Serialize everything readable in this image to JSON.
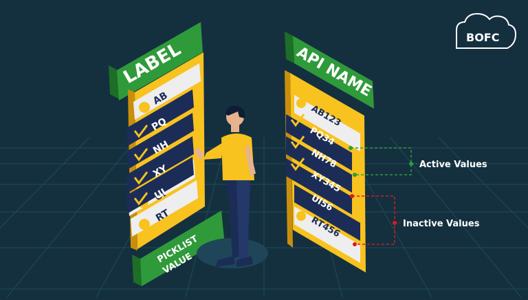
{
  "logo": {
    "text": "BOFC"
  },
  "left_panel": {
    "header": "LABEL",
    "footer_line1": "PICKLIST",
    "footer_line2": "VALUE",
    "items": [
      {
        "label": "AB",
        "checked": false
      },
      {
        "label": "PQ",
        "checked": true
      },
      {
        "label": "NH",
        "checked": true
      },
      {
        "label": "XY",
        "checked": true
      },
      {
        "label": "UI",
        "checked": false
      },
      {
        "label": "RT",
        "checked": true
      }
    ]
  },
  "right_panel": {
    "header": "API NAME",
    "items": [
      {
        "label": "AB123",
        "checked": false
      },
      {
        "label": "PQ34",
        "checked": true
      },
      {
        "label": "NH78",
        "checked": true
      },
      {
        "label": "XY345",
        "checked": true
      },
      {
        "label": "UI56",
        "checked": false
      },
      {
        "label": "RT456",
        "checked": true
      }
    ]
  },
  "annotations": {
    "active": "Active Values",
    "inactive": "Inactive Values"
  },
  "colors": {
    "background": "#14303f",
    "grid": "#1f4a5b",
    "panel_yellow": "#f8c21f",
    "header_green": "#2f9a3a",
    "row_navy": "#1b2d57",
    "row_light": "#eeeeee",
    "active_line": "#2f9a3a",
    "inactive_line": "#d81b1b"
  }
}
